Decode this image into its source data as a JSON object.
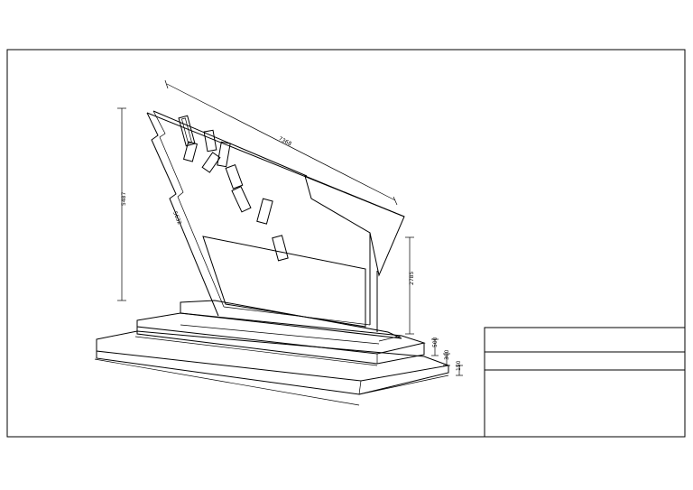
{
  "dimensions": {
    "overall_length": "7368",
    "overall_height": "5487",
    "slanted_side": "5632",
    "right_post_height": "2785",
    "base_tier_1": "500",
    "base_tier_2": "300",
    "base_tier_3": "150"
  },
  "title_block": {
    "row_1": "",
    "row_2": "",
    "row_3": ""
  }
}
